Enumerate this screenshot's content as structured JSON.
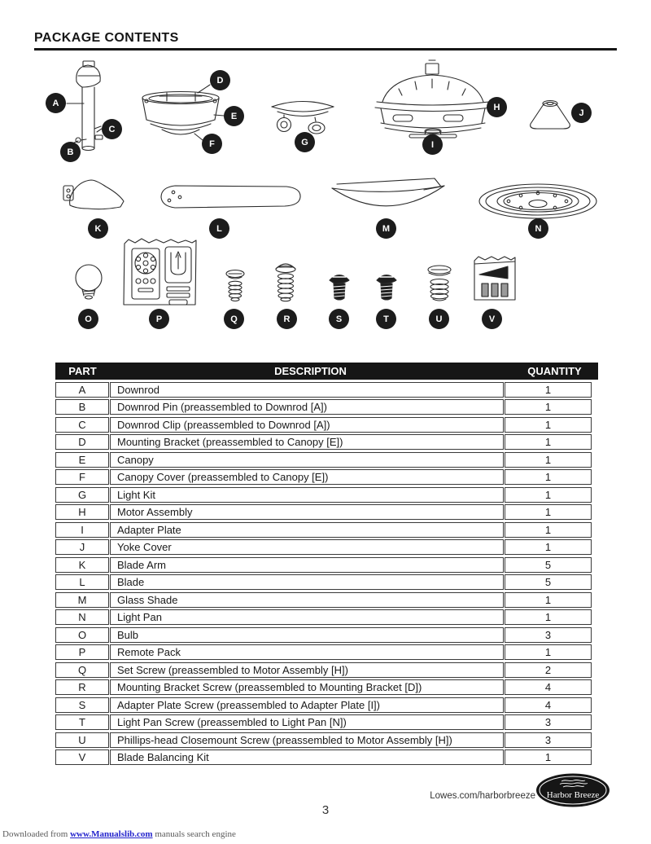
{
  "header": {
    "title": "PACKAGE CONTENTS"
  },
  "diagram": {
    "callouts": [
      "A",
      "B",
      "C",
      "D",
      "E",
      "F",
      "G",
      "H",
      "I",
      "J",
      "K",
      "L",
      "M",
      "N",
      "O",
      "P",
      "Q",
      "R",
      "S",
      "T",
      "U",
      "V"
    ]
  },
  "table": {
    "columns": [
      "PART",
      "DESCRIPTION",
      "QUANTITY"
    ],
    "rows": [
      {
        "part": "A",
        "description": "Downrod",
        "quantity": "1"
      },
      {
        "part": "B",
        "description": "Downrod Pin (preassembled to Downrod [A])",
        "quantity": "1"
      },
      {
        "part": "C",
        "description": "Downrod Clip (preassembled to Downrod [A])",
        "quantity": "1"
      },
      {
        "part": "D",
        "description": "Mounting Bracket (preassembled to Canopy [E])",
        "quantity": "1"
      },
      {
        "part": "E",
        "description": "Canopy",
        "quantity": "1"
      },
      {
        "part": "F",
        "description": "Canopy Cover (preassembled to Canopy [E])",
        "quantity": "1"
      },
      {
        "part": "G",
        "description": "Light Kit",
        "quantity": "1"
      },
      {
        "part": "H",
        "description": "Motor Assembly",
        "quantity": "1"
      },
      {
        "part": "I",
        "description": "Adapter Plate",
        "quantity": "1"
      },
      {
        "part": "J",
        "description": "Yoke Cover",
        "quantity": "1"
      },
      {
        "part": "K",
        "description": "Blade Arm",
        "quantity": "5"
      },
      {
        "part": "L",
        "description": "Blade",
        "quantity": "5"
      },
      {
        "part": "M",
        "description": "Glass Shade",
        "quantity": "1"
      },
      {
        "part": "N",
        "description": "Light Pan",
        "quantity": "1"
      },
      {
        "part": "O",
        "description": "Bulb",
        "quantity": "3"
      },
      {
        "part": "P",
        "description": "Remote Pack",
        "quantity": "1"
      },
      {
        "part": "Q",
        "description": "Set Screw (preassembled to Motor Assembly [H])",
        "quantity": "2"
      },
      {
        "part": "R",
        "description": "Mounting Bracket Screw (preassembled to Mounting Bracket [D])",
        "quantity": "4"
      },
      {
        "part": "S",
        "description": "Adapter Plate Screw (preassembled to Adapter Plate [I])",
        "quantity": "4"
      },
      {
        "part": "T",
        "description": "Light Pan Screw (preassembled to Light Pan [N])",
        "quantity": "3"
      },
      {
        "part": "U",
        "description": "Phillips-head Closemount Screw (preassembled to Motor Assembly [H])",
        "quantity": "3"
      },
      {
        "part": "V",
        "description": "Blade Balancing Kit",
        "quantity": "1"
      }
    ]
  },
  "footer": {
    "website": "Lowes.com/harborbreeze",
    "logo_text": "Harbor Breeze",
    "page_number": "3"
  },
  "watermark": {
    "prefix": "Downloaded from",
    "link": "www.Manualslib.com",
    "suffix": "manuals search engine"
  }
}
